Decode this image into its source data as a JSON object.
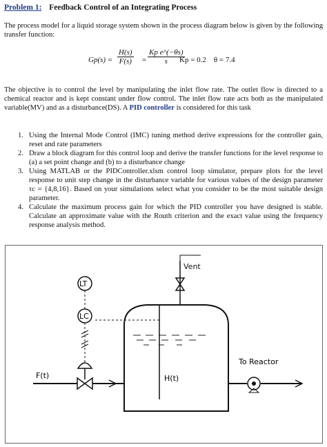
{
  "problem": {
    "label": "Problem 1:",
    "title": "Feedback Control of an Integrating Process"
  },
  "intro": "The process model for a liquid storage system shown in the process diagram below is given by the following transfer function:",
  "equation": {
    "lhs": "Gp(s) =",
    "num1": "H(s)",
    "den1": "F(s)",
    "eq2": "=",
    "num2": "Kp e^(−θs)",
    "den2": "s",
    "kp": "Kp = 0.2",
    "theta": "θ = 7.4"
  },
  "objective": {
    "text": "The objective is to control the level by manipulating the inlet flow rate. The outlet flow is directed to a chemical reactor and is kept constant under flow control. The inlet flow rate acts both as the manipulated variable(MV) and as a disturbance(DS). A ",
    "pid": "PID controller",
    "tail": " is considered for this task"
  },
  "tasks": [
    {
      "num": "1.",
      "text": "Using the Internal Mode Control (IMC) tuning method derive expressions for the controller gain, reset and rate parameters"
    },
    {
      "num": "2.",
      "text": "Draw a block diagram for this control loop and derive the transfer functions for the level response to (a) a set point change and (b) to a disturbance change"
    },
    {
      "num": "3.",
      "text": "Using MATLAB or the PIDController.xlsm control loop simulator, prepare plots for the level response to unit step change in the disturbance variable for various values of the design parameter τc = {4,8,16}. Based on your simulations select what you consider to be the most suitable design parameter."
    },
    {
      "num": "4.",
      "text": "Calculate the maximum process gain for which the PID controller you have designed is stable. Calculate an approximate value with the Routh criterion and the exact value using the frequency response analysis method."
    }
  ],
  "diagram": {
    "lt": "LT",
    "lc": "LC",
    "vent": "Vent",
    "to_reactor": "To Reactor",
    "inlet": "F(t)",
    "level": "H(t)"
  }
}
